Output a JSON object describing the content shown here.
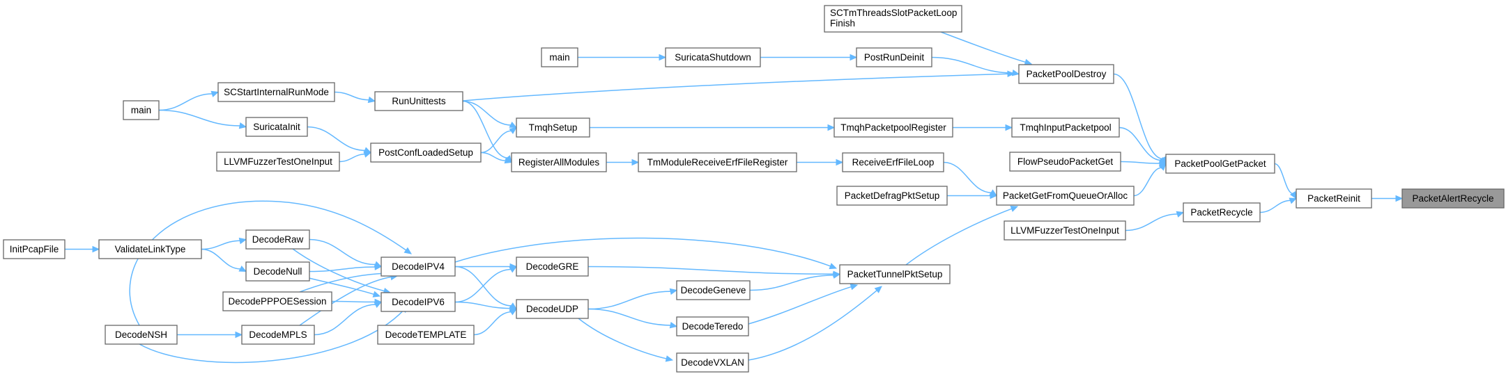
{
  "graph": {
    "root_color": "#999999",
    "edge_color": "#63b8ff",
    "node_border_color": "#666666",
    "nodes": [
      {
        "id": "PacketAlertRecycle",
        "label": "PacketAlertRecycle"
      },
      {
        "id": "PacketReinit",
        "label": "PacketReinit"
      },
      {
        "id": "PacketPoolGetPacket",
        "label": "PacketPoolGetPacket"
      },
      {
        "id": "PacketRecycle",
        "label": "PacketRecycle"
      },
      {
        "id": "PacketPoolDestroy",
        "label": "PacketPoolDestroy"
      },
      {
        "id": "TmqhInputPacketpool",
        "label": "TmqhInputPacketpool"
      },
      {
        "id": "FlowPseudoPacketGet",
        "label": "FlowPseudoPacketGet"
      },
      {
        "id": "PacketGetFromQueueOrAlloc",
        "label": "PacketGetFromQueueOrAlloc"
      },
      {
        "id": "LLVMFuzzerTestOneInput_2",
        "label": "LLVMFuzzerTestOneInput"
      },
      {
        "id": "SCTmThreadsSlotPacketLoopFinish",
        "label": "SCTmThreadsSlotPacketLoop\nFinish"
      },
      {
        "id": "PostRunDeinit",
        "label": "PostRunDeinit"
      },
      {
        "id": "TmqhPacketpoolRegister",
        "label": "TmqhPacketpoolRegister"
      },
      {
        "id": "ReceiveErfFileLoop",
        "label": "ReceiveErfFileLoop"
      },
      {
        "id": "PacketDefragPktSetup",
        "label": "PacketDefragPktSetup"
      },
      {
        "id": "PacketTunnelPktSetup",
        "label": "PacketTunnelPktSetup"
      },
      {
        "id": "SuricataShutdown",
        "label": "SuricataShutdown"
      },
      {
        "id": "TmModuleReceiveErfFileRegister",
        "label": "TmModuleReceiveErfFileRegister"
      },
      {
        "id": "DecodeGeneve",
        "label": "DecodeGeneve"
      },
      {
        "id": "DecodeTeredo",
        "label": "DecodeTeredo"
      },
      {
        "id": "DecodeVXLAN",
        "label": "DecodeVXLAN"
      },
      {
        "id": "main_2",
        "label": "main"
      },
      {
        "id": "TmqhSetup",
        "label": "TmqhSetup"
      },
      {
        "id": "RegisterAllModules",
        "label": "RegisterAllModules"
      },
      {
        "id": "DecodeGRE",
        "label": "DecodeGRE"
      },
      {
        "id": "DecodeUDP",
        "label": "DecodeUDP"
      },
      {
        "id": "RunUnittests",
        "label": "RunUnittests"
      },
      {
        "id": "PostConfLoadedSetup",
        "label": "PostConfLoadedSetup"
      },
      {
        "id": "DecodeIPV4",
        "label": "DecodeIPV4"
      },
      {
        "id": "DecodeIPV6",
        "label": "DecodeIPV6"
      },
      {
        "id": "DecodeTEMPLATE",
        "label": "DecodeTEMPLATE"
      },
      {
        "id": "SCStartInternalRunMode",
        "label": "SCStartInternalRunMode"
      },
      {
        "id": "SuricataInit",
        "label": "SuricataInit"
      },
      {
        "id": "LLVMFuzzerTestOneInput_1",
        "label": "LLVMFuzzerTestOneInput"
      },
      {
        "id": "DecodeRaw",
        "label": "DecodeRaw"
      },
      {
        "id": "DecodeNull",
        "label": "DecodeNull"
      },
      {
        "id": "DecodePPPOESession",
        "label": "DecodePPPOESession"
      },
      {
        "id": "DecodeMPLS",
        "label": "DecodeMPLS"
      },
      {
        "id": "main_1",
        "label": "main"
      },
      {
        "id": "ValidateLinkType",
        "label": "ValidateLinkType"
      },
      {
        "id": "DecodeNSH",
        "label": "DecodeNSH"
      },
      {
        "id": "InitPcapFile",
        "label": "InitPcapFile"
      }
    ],
    "edges": [
      [
        "PacketReinit",
        "PacketAlertRecycle"
      ],
      [
        "PacketPoolGetPacket",
        "PacketReinit"
      ],
      [
        "PacketRecycle",
        "PacketReinit"
      ],
      [
        "PacketPoolDestroy",
        "PacketPoolGetPacket"
      ],
      [
        "TmqhInputPacketpool",
        "PacketPoolGetPacket"
      ],
      [
        "FlowPseudoPacketGet",
        "PacketPoolGetPacket"
      ],
      [
        "PacketGetFromQueueOrAlloc",
        "PacketPoolGetPacket"
      ],
      [
        "LLVMFuzzerTestOneInput_2",
        "PacketRecycle"
      ],
      [
        "SCTmThreadsSlotPacketLoopFinish",
        "PacketPoolDestroy"
      ],
      [
        "PostRunDeinit",
        "PacketPoolDestroy"
      ],
      [
        "RunUnittests",
        "PacketPoolDestroy"
      ],
      [
        "TmqhPacketpoolRegister",
        "TmqhInputPacketpool"
      ],
      [
        "ReceiveErfFileLoop",
        "PacketGetFromQueueOrAlloc"
      ],
      [
        "PacketDefragPktSetup",
        "PacketGetFromQueueOrAlloc"
      ],
      [
        "PacketTunnelPktSetup",
        "PacketGetFromQueueOrAlloc"
      ],
      [
        "SuricataShutdown",
        "PostRunDeinit"
      ],
      [
        "TmqhSetup",
        "TmqhPacketpoolRegister"
      ],
      [
        "TmModuleReceiveErfFileRegister",
        "ReceiveErfFileLoop"
      ],
      [
        "DecodeIPV4",
        "PacketTunnelPktSetup"
      ],
      [
        "DecodeGRE",
        "PacketTunnelPktSetup"
      ],
      [
        "DecodeGeneve",
        "PacketTunnelPktSetup"
      ],
      [
        "DecodeTeredo",
        "PacketTunnelPktSetup"
      ],
      [
        "DecodeVXLAN",
        "PacketTunnelPktSetup"
      ],
      [
        "main_2",
        "SuricataShutdown"
      ],
      [
        "RunUnittests",
        "TmqhSetup"
      ],
      [
        "PostConfLoadedSetup",
        "TmqhSetup"
      ],
      [
        "RegisterAllModules",
        "TmModuleReceiveErfFileRegister"
      ],
      [
        "DecodeUDP",
        "DecodeGeneve"
      ],
      [
        "DecodeUDP",
        "DecodeTeredo"
      ],
      [
        "DecodeUDP",
        "DecodeVXLAN"
      ],
      [
        "SCStartInternalRunMode",
        "RunUnittests"
      ],
      [
        "SuricataInit",
        "PostConfLoadedSetup"
      ],
      [
        "LLVMFuzzerTestOneInput_1",
        "PostConfLoadedSetup"
      ],
      [
        "RunUnittests",
        "RegisterAllModules"
      ],
      [
        "PostConfLoadedSetup",
        "RegisterAllModules"
      ],
      [
        "DecodeIPV4",
        "DecodeGRE"
      ],
      [
        "DecodeIPV6",
        "DecodeGRE"
      ],
      [
        "DecodeIPV4",
        "DecodeUDP"
      ],
      [
        "DecodeIPV6",
        "DecodeUDP"
      ],
      [
        "DecodeTEMPLATE",
        "DecodeUDP"
      ],
      [
        "main_1",
        "SCStartInternalRunMode"
      ],
      [
        "main_1",
        "SuricataInit"
      ],
      [
        "DecodeRaw",
        "DecodeIPV4"
      ],
      [
        "DecodeNull",
        "DecodeIPV4"
      ],
      [
        "DecodePPPOESession",
        "DecodeIPV4"
      ],
      [
        "DecodeMPLS",
        "DecodeIPV4"
      ],
      [
        "DecodeNSH",
        "DecodeIPV4"
      ],
      [
        "DecodeRaw",
        "DecodeIPV6"
      ],
      [
        "DecodeNull",
        "DecodeIPV6"
      ],
      [
        "DecodePPPOESession",
        "DecodeIPV6"
      ],
      [
        "DecodeMPLS",
        "DecodeIPV6"
      ],
      [
        "DecodeNSH",
        "DecodeIPV6"
      ],
      [
        "ValidateLinkType",
        "DecodeRaw"
      ],
      [
        "ValidateLinkType",
        "DecodeNull"
      ],
      [
        "DecodeNSH",
        "DecodeMPLS"
      ],
      [
        "InitPcapFile",
        "ValidateLinkType"
      ]
    ]
  }
}
